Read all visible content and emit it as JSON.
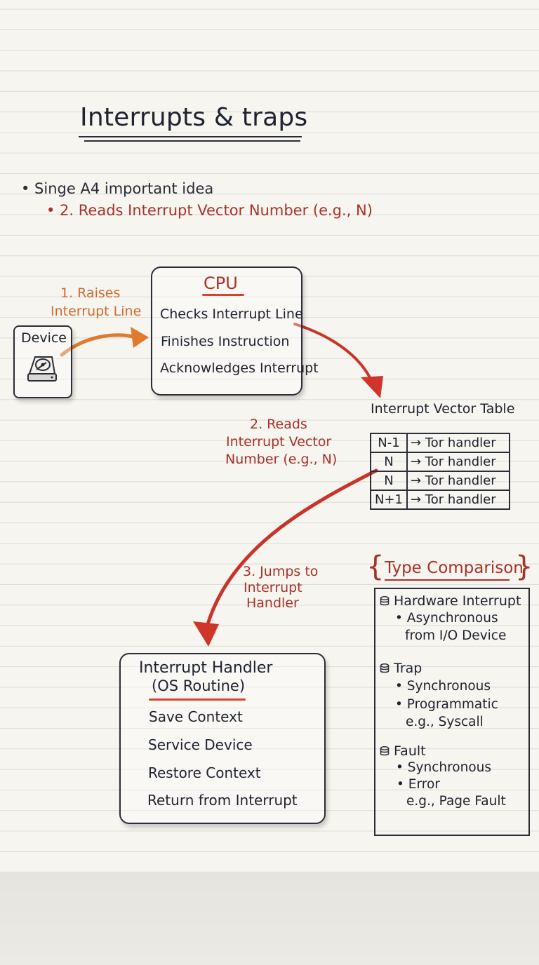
{
  "title": "Interrupts & traps",
  "notes": {
    "bullet1": "• Singe A4  important idea",
    "bullet2": "• 2. Reads Interrupt Vector Number (e.g., N)"
  },
  "device": {
    "label": "Device",
    "icon": "hard-drive-icon"
  },
  "cpu": {
    "title": "CPU",
    "lines": [
      "Checks Interrupt Line",
      "Finishes Instruction",
      "Acknowledges Interrupt"
    ]
  },
  "steps": {
    "step1_line1": "1. Raises",
    "step1_line2": "Interrupt Line",
    "step2_line1": "2. Reads",
    "step2_line2": "Interrupt Vector",
    "step2_line3": "Number (e.g., N)",
    "step3_line1": "3. Jumps to",
    "step3_line2": "Interrupt",
    "step3_line3": "Handler"
  },
  "ivt": {
    "title": "Interrupt Vector Table",
    "rows": [
      {
        "index": "N-1",
        "entry": "→ Tor handler"
      },
      {
        "index": "N",
        "entry": "→ Tor handler"
      },
      {
        "index": "N",
        "entry": "→ Tor handler"
      },
      {
        "index": "N+1",
        "entry": "→ Tor handler"
      }
    ]
  },
  "handler": {
    "title": "Interrupt Handler",
    "subtitle": "(OS Routine)",
    "lines": [
      "Save Context",
      "Service Device",
      "Restore Context",
      "Return from Interrupt"
    ]
  },
  "comparison": {
    "title": "Type Comparison",
    "brace_open": "{",
    "brace_close": "}",
    "groups": [
      {
        "icon": "database-icon",
        "name": "Hardware Interrupt",
        "items": [
          "• Asynchronous",
          "from I/O Device"
        ]
      },
      {
        "icon": "database-icon",
        "name": "Trap",
        "items": [
          "• Synchronous",
          "• Programmatic",
          "e.g., Syscall"
        ]
      },
      {
        "icon": "database-icon",
        "name": "Fault",
        "items": [
          "• Synchronous",
          "• Error",
          "e.g., Page Fault"
        ]
      }
    ]
  },
  "colors": {
    "ink": "#1f2230",
    "red": "#a8322a",
    "orange": "#d2692c",
    "arrow_red": "#d0352a"
  }
}
